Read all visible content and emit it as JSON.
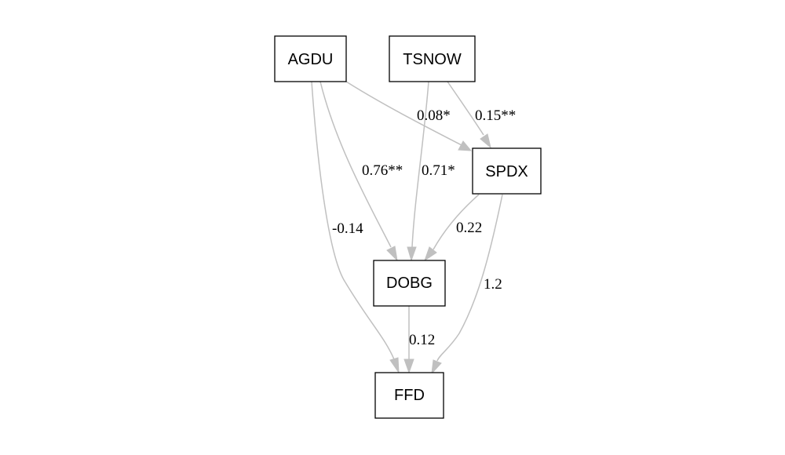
{
  "diagram": {
    "colors": {
      "edge": "#c0c0c0",
      "node_border": "#000000",
      "text": "#000000",
      "background": "#ffffff"
    },
    "nodes": {
      "agdu": "AGDU",
      "tsnow": "TSNOW",
      "spdx": "SPDX",
      "dobg": "DOBG",
      "ffd": "FFD"
    },
    "edges": {
      "agdu_spdx": "0.08*",
      "tsnow_spdx": "0.15**",
      "agdu_dobg": "0.76**",
      "tsnow_dobg": "0.71*",
      "agdu_ffd": "-0.14",
      "spdx_dobg": "0.22",
      "spdx_ffd": "1.2",
      "dobg_ffd": "0.12"
    },
    "links": [
      {
        "from": "AGDU",
        "to": "SPDX",
        "label": "0.08*"
      },
      {
        "from": "TSNOW",
        "to": "SPDX",
        "label": "0.15**"
      },
      {
        "from": "AGDU",
        "to": "DOBG",
        "label": "0.76**"
      },
      {
        "from": "TSNOW",
        "to": "DOBG",
        "label": "0.71*"
      },
      {
        "from": "AGDU",
        "to": "FFD",
        "label": "-0.14"
      },
      {
        "from": "SPDX",
        "to": "DOBG",
        "label": "0.22"
      },
      {
        "from": "SPDX",
        "to": "FFD",
        "label": "1.2"
      },
      {
        "from": "DOBG",
        "to": "FFD",
        "label": "0.12"
      }
    ]
  }
}
